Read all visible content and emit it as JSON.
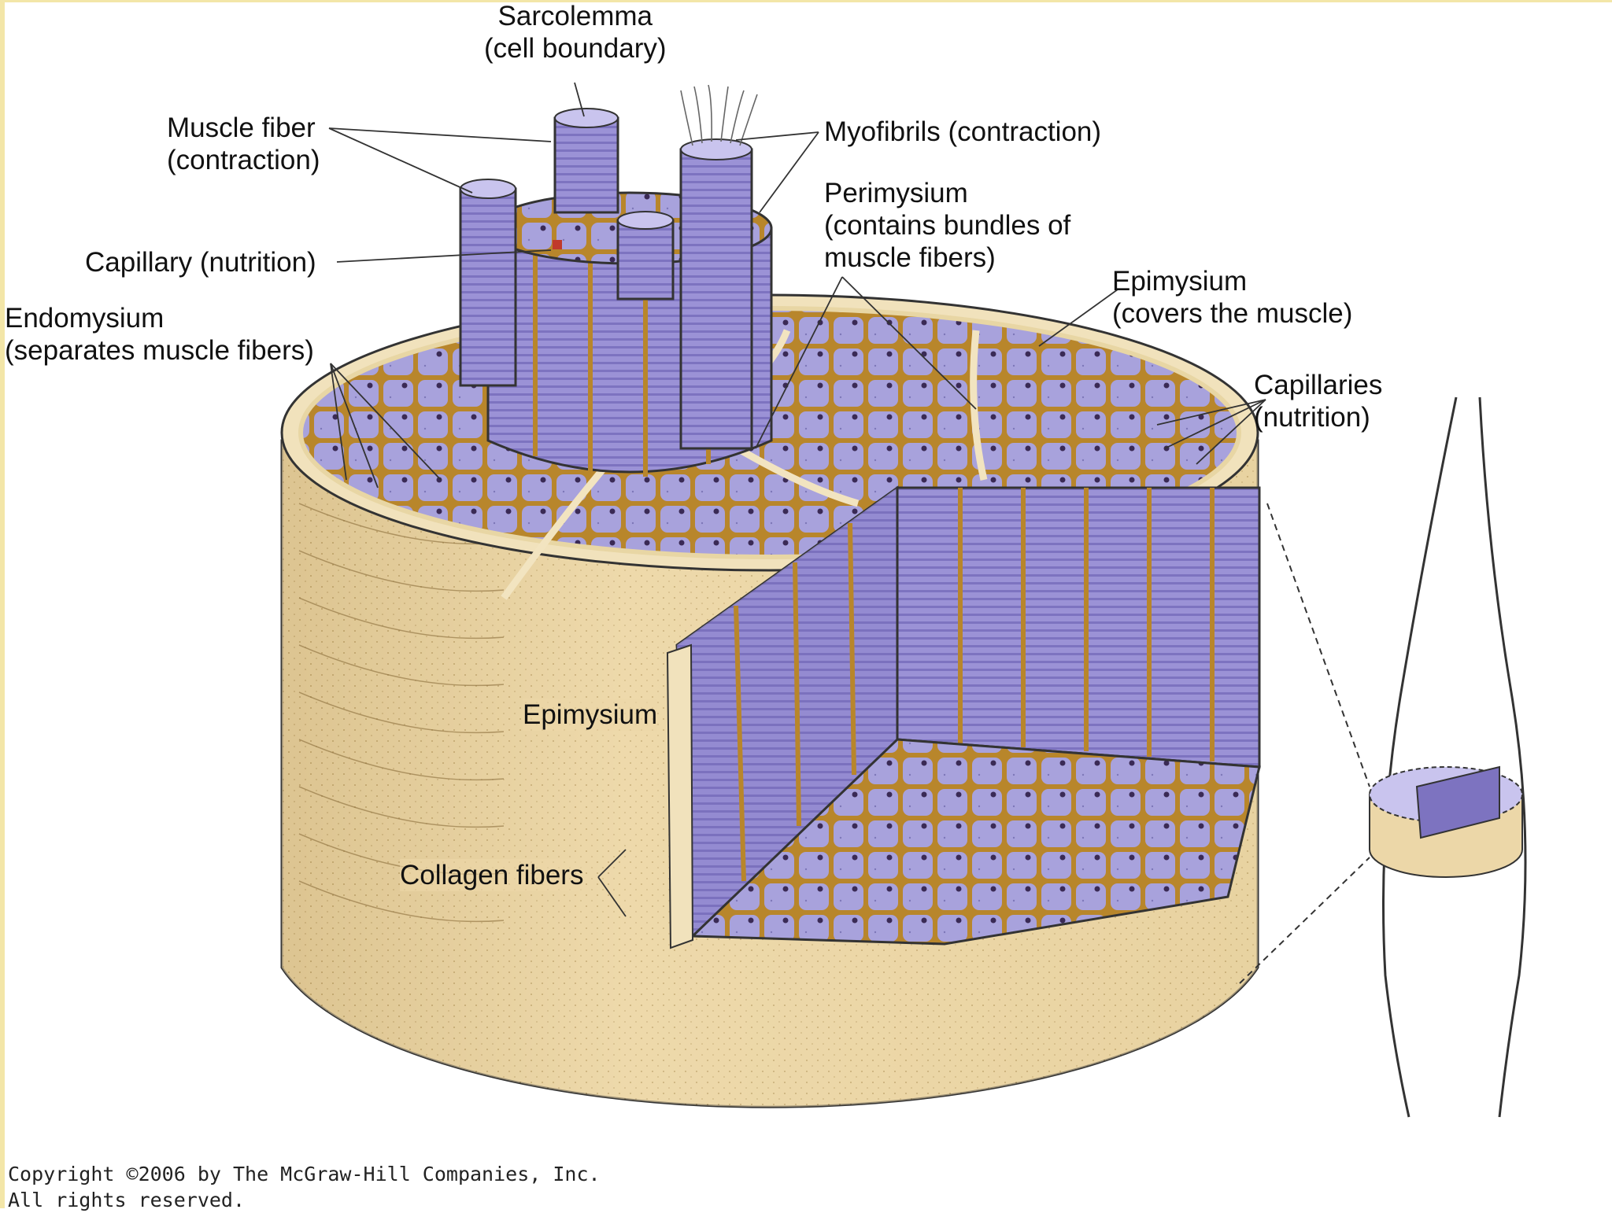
{
  "labels": {
    "sarcolemma": [
      "Sarcolemma",
      "(cell boundary)"
    ],
    "muscle_fiber": [
      "Muscle fiber",
      "(contraction)"
    ],
    "myofibrils": [
      "Myofibrils (contraction)"
    ],
    "perimysium": [
      "Perimysium",
      "(contains bundles of",
      "muscle fibers)"
    ],
    "epimysium_top": [
      "Epimysium",
      "(covers the muscle)"
    ],
    "capillary": [
      "Capillary (nutrition)"
    ],
    "endomysium": [
      "Endomysium",
      "(separates muscle fibers)"
    ],
    "capillaries": [
      "Capillaries",
      "(nutrition)"
    ],
    "epimysium_side": "Epimysium",
    "collagen": "Collagen fibers"
  },
  "copyright": [
    "Copyright ©2006 by The McGraw-Hill Companies, Inc.",
    "All rights reserved."
  ],
  "colors": {
    "fiber": "#9b92d6",
    "fiber_dark": "#6e64b4",
    "fiber_light": "#c9c4ee",
    "connective": "#b8862b",
    "epimysium": "#ecd7a8",
    "epimysium_dark": "#d8bd86",
    "line": "#333333"
  }
}
